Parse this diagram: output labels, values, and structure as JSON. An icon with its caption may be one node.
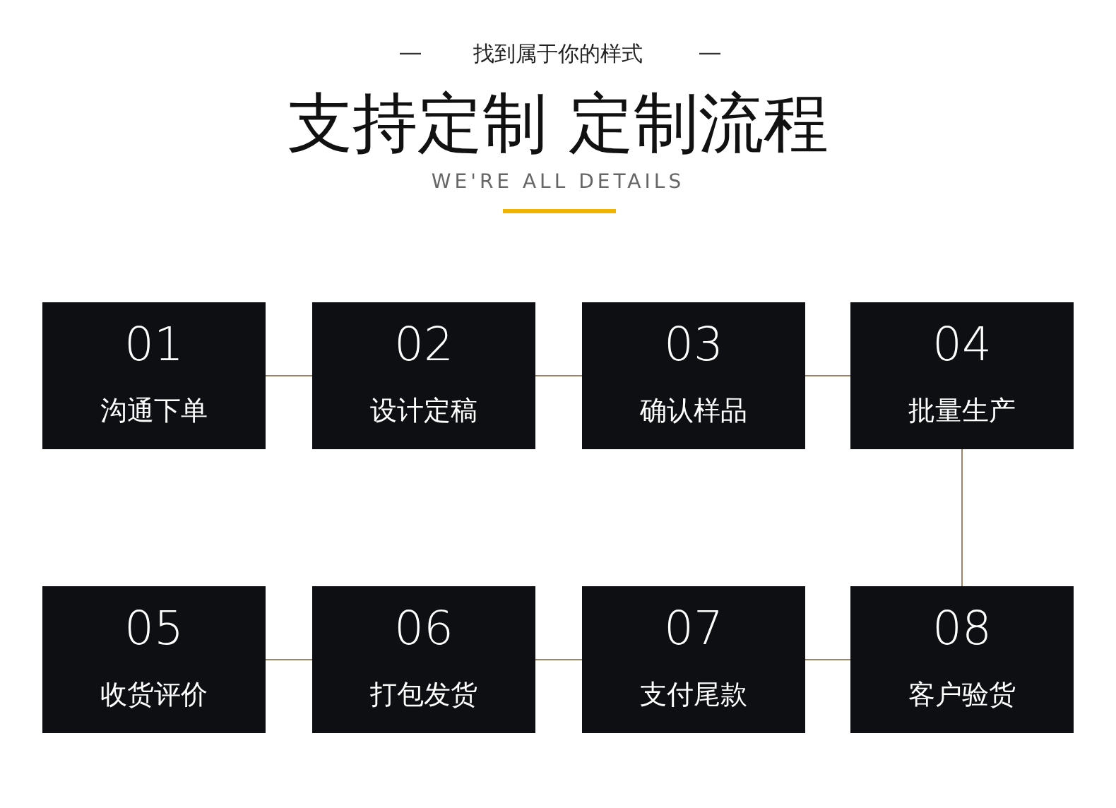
{
  "diagram": {
    "title": "支持定制 定制流程",
    "labels": [
      "找到属于你的样式",
      "WE'RE ALL DETAILS"
    ],
    "nodes": [
      {
        "text": [
          "01",
          "沟通下单"
        ]
      },
      {
        "text": [
          "02",
          "设计定稿"
        ]
      },
      {
        "text": [
          "03",
          "确认样品"
        ]
      },
      {
        "text": [
          "04",
          "批量生产"
        ]
      },
      {
        "text": [
          "05",
          "收货评价"
        ]
      },
      {
        "text": [
          "06",
          "打包发货"
        ]
      },
      {
        "text": [
          "07",
          "支付尾款"
        ]
      },
      {
        "text": [
          "08",
          "客户验货"
        ]
      }
    ],
    "edges": [
      {
        "from": 0,
        "to": 1,
        "arrow": "none"
      },
      {
        "from": 1,
        "to": 2,
        "arrow": "none"
      },
      {
        "from": 2,
        "to": 3,
        "arrow": "none"
      },
      {
        "from": 3,
        "to": 7,
        "arrow": "none"
      },
      {
        "from": 7,
        "to": 6,
        "arrow": "none"
      },
      {
        "from": 6,
        "to": 5,
        "arrow": "none"
      },
      {
        "from": 5,
        "to": 4,
        "arrow": "none"
      }
    ]
  }
}
